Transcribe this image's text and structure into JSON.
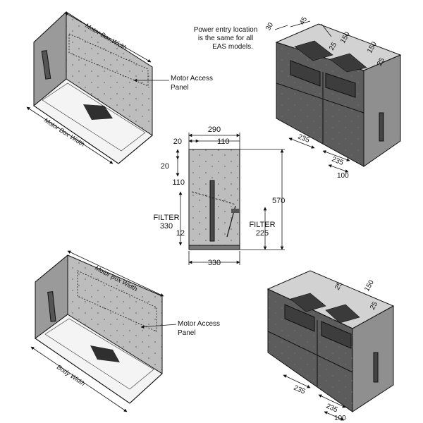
{
  "diagram": {
    "power_note": [
      "Power entry location",
      "is the same for all",
      "EAS models."
    ],
    "motor_access_label": [
      "Motor Access",
      "Panel"
    ],
    "motor_box_width": "Motor Box Width",
    "body_width": "Body Width",
    "filter_label": "FILTER",
    "side_view": {
      "top_width": "290",
      "top_left": "20",
      "top_right": "110",
      "left_top": "20",
      "left_mid": "110",
      "left_filter": "330",
      "left_bottom": "12",
      "right_height": "570",
      "right_filter": "225",
      "bottom_width": "330"
    },
    "iso_dims": {
      "d30": "30",
      "d45": "45",
      "d25": "25",
      "d150": "150",
      "d235": "235",
      "d100": "100"
    },
    "colors": {
      "face_dark": "#585858",
      "face_light": "#b9b9b9",
      "top": "#d2d2d2",
      "line": "#111111"
    }
  }
}
